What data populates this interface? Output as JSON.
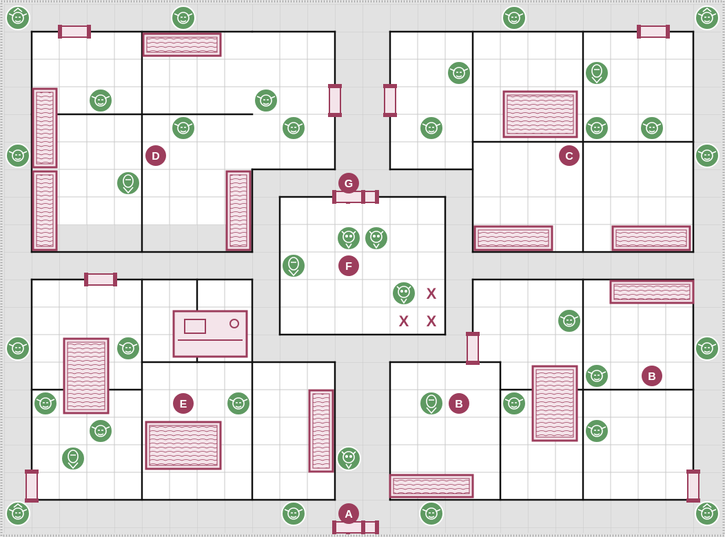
{
  "board": {
    "title": "",
    "colors": {
      "corridor": "#e2e2e2",
      "room": "#ffffff",
      "grid": "#c8c8c8",
      "wall": "#111111",
      "furniture": "#9c3d5c",
      "furniture_light": "#f4e4ea",
      "monster": "#5f9a62",
      "marker": "#9c3d5c",
      "marker_text": "#ffffff",
      "x_mark": "#9c3d5c"
    },
    "letter_markers": [
      {
        "id": "A",
        "label": "A"
      },
      {
        "id": "B1",
        "label": "B"
      },
      {
        "id": "B2",
        "label": "B"
      },
      {
        "id": "C",
        "label": "C"
      },
      {
        "id": "D",
        "label": "D"
      },
      {
        "id": "E",
        "label": "E"
      },
      {
        "id": "F",
        "label": "F"
      },
      {
        "id": "G",
        "label": "G"
      }
    ],
    "x_marks": [
      {
        "label": "X"
      },
      {
        "label": "X"
      },
      {
        "label": "X"
      }
    ],
    "monster_types": [
      "goblin-icon",
      "orc-icon",
      "fimir-icon",
      "skeleton-icon"
    ]
  }
}
